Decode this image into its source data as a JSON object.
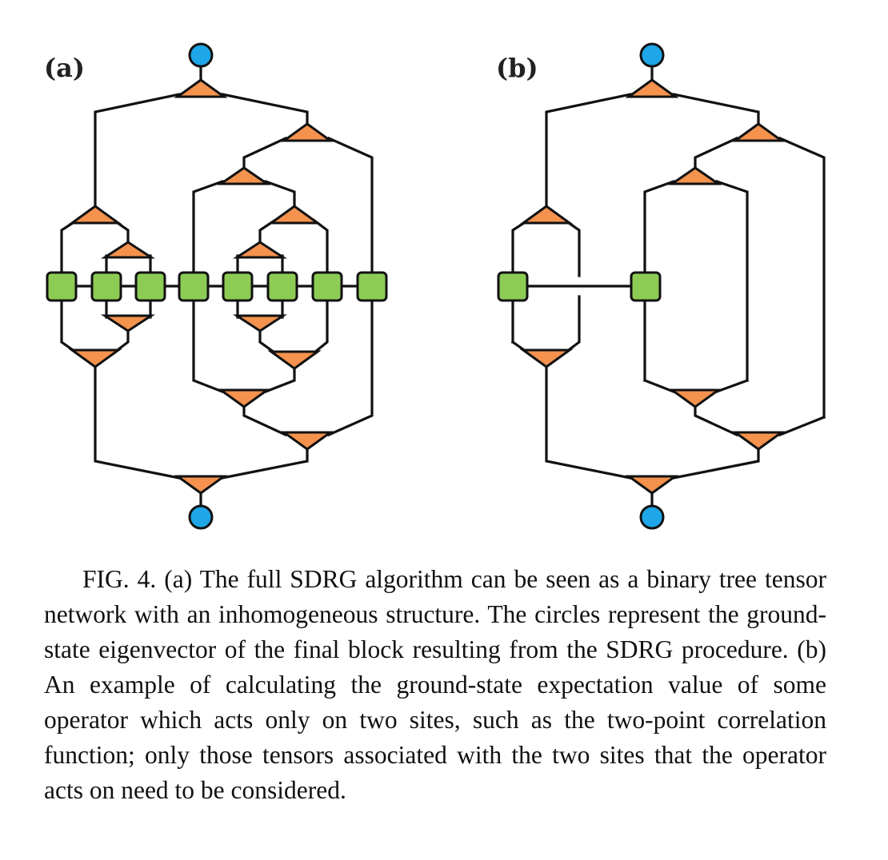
{
  "figure": {
    "panel_a_label": "(a)",
    "panel_b_label": "(b)",
    "colors": {
      "isometry": "#f4924e",
      "site": "#8ccc55",
      "ground_state": "#1ea6e8",
      "line": "#111111"
    }
  },
  "caption": {
    "text": "FIG. 4. (a) The full SDRG algorithm can be seen as a binary tree tensor network with an inhomogeneous structure. The circles represent the ground-state eigenvector of the final block resulting from the SDRG procedure. (b) An example of calculating the ground-state expectation value of some operator which acts only on two sites, such as the two-point correlation function; only those tensors associated with the two sites that the operator acts on need to be considered."
  }
}
